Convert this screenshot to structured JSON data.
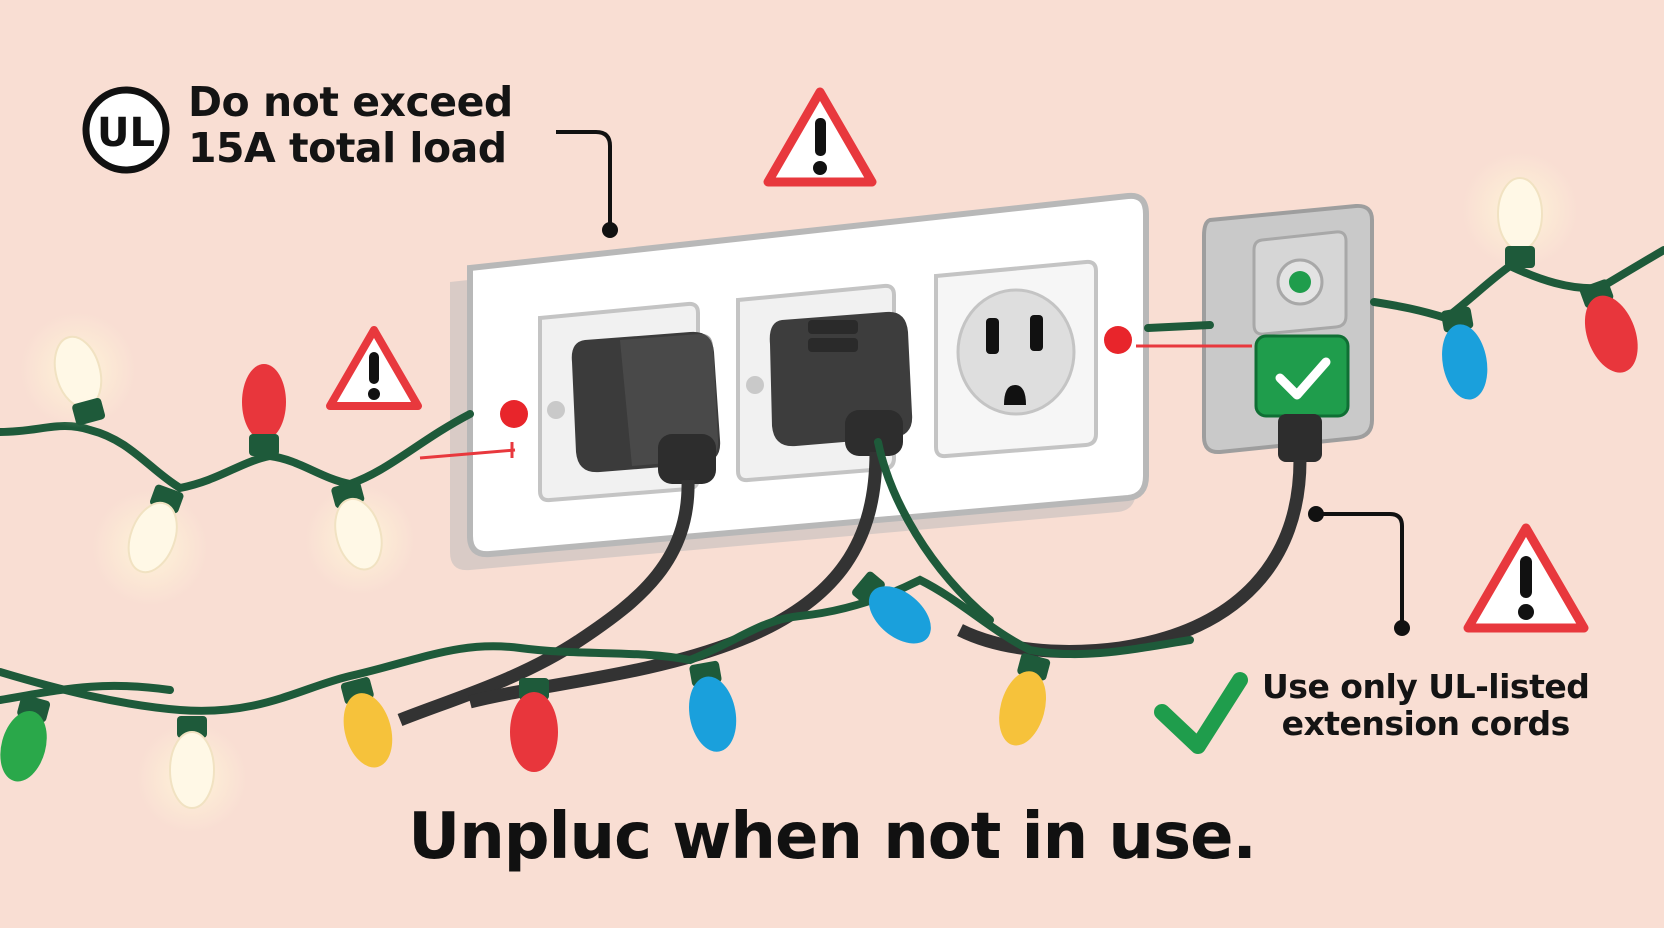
{
  "labels": {
    "ul_mark": "UL",
    "load_line1": "Do not exceed",
    "load_line2": "15A total load",
    "ul_line1": "Use only UL-listed",
    "ul_line2": "extension cords",
    "footer": "Unpluc when not in use."
  },
  "icons": {
    "warning": "warning-triangle-icon",
    "check": "checkmark-icon",
    "ul": "ul-logo-icon"
  },
  "colors": {
    "background": "#f9ded3",
    "warning_red": "#e8383d",
    "check_green": "#1f9d4c",
    "wire_green": "#1e5a3a",
    "bulb_white": "#fff8e6",
    "bulb_red": "#e8363c",
    "bulb_blue": "#1aa0dc",
    "bulb_yellow": "#f6c23b",
    "bulb_green": "#2aa84a",
    "plug_dark": "#3c3c3c",
    "strip_white": "#ffffff"
  }
}
